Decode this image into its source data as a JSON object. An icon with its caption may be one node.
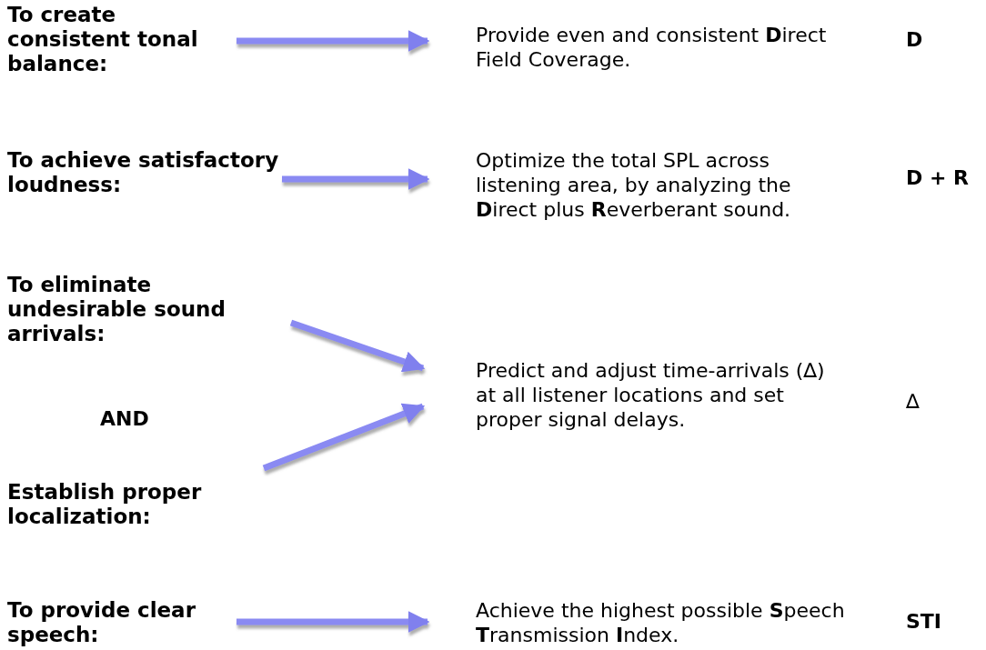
{
  "diagram": {
    "nodes": [
      {
        "text": [
          "To create consistent tonal balance:"
        ]
      },
      {
        "text": [
          "Provide even and consistent **D**irect Field Coverage."
        ]
      },
      {
        "text": [
          "To achieve satisfactory loudness:"
        ]
      },
      {
        "text": [
          "Optimize the total SPL across listening area, by analyzing the **D**irect plus **R**everberant sound."
        ]
      },
      {
        "text": [
          "To eliminate undesirable sound arrivals:"
        ]
      },
      {
        "text": [
          "Establish proper localization:"
        ]
      },
      {
        "text": [
          "Predict and adjust time-arrivals (∆) at all listener locations and set proper signal delays."
        ]
      },
      {
        "text": [
          "To provide clear speech:"
        ]
      },
      {
        "text": [
          "Achieve the highest possible **S**peech **T**ransmission **I**ndex."
        ]
      }
    ],
    "edges": [
      {
        "from": 0,
        "to": 1,
        "arrow": "to"
      },
      {
        "from": 2,
        "to": 3,
        "arrow": "to"
      },
      {
        "from": 4,
        "to": 6,
        "arrow": "to"
      },
      {
        "from": 5,
        "to": 6,
        "arrow": "to"
      },
      {
        "from": 7,
        "to": 8,
        "arrow": "to"
      }
    ],
    "labels": [
      "D",
      "D + R",
      "∆",
      "AND",
      "STI"
    ]
  }
}
